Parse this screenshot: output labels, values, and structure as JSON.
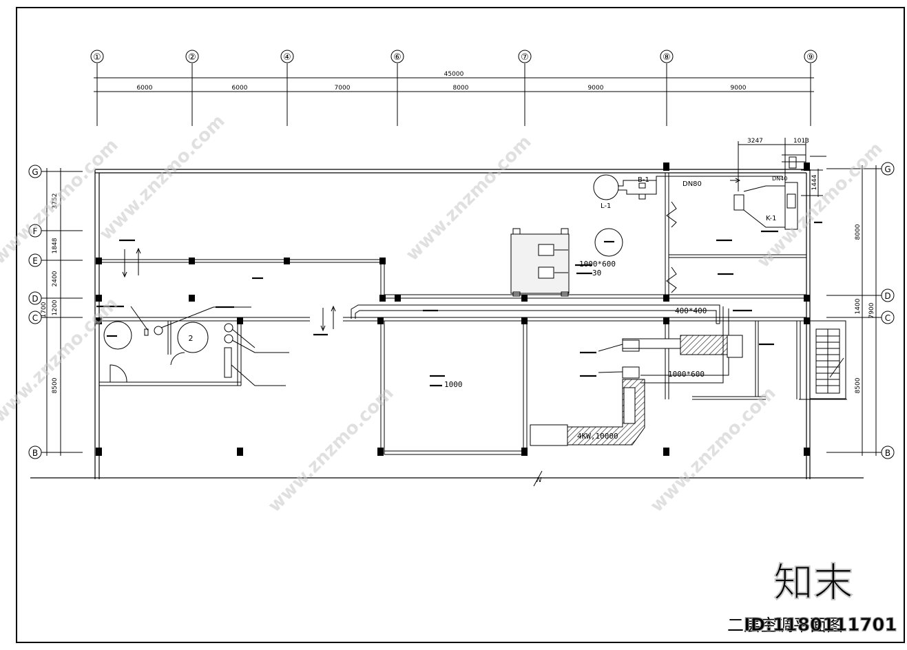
{
  "axes_top": [
    {
      "label": "①"
    },
    {
      "label": "②"
    },
    {
      "label": "④"
    },
    {
      "label": "⑥"
    },
    {
      "label": "⑦"
    },
    {
      "label": "⑧"
    },
    {
      "label": "⑨"
    }
  ],
  "overall_dim": "45000",
  "span_dims": [
    "6000",
    "6000",
    "7000",
    "8000",
    "9000",
    "9000"
  ],
  "axes_side": [
    "G",
    "F",
    "E",
    "D",
    "C",
    "B"
  ],
  "left_dims": [
    "3752",
    "1848",
    "2400",
    "1200",
    "1700",
    "8500"
  ],
  "right_dims": [
    "8000",
    "1400",
    "7900",
    "8500"
  ],
  "top_right_dims": [
    "3247",
    "1013",
    "1444"
  ],
  "pipe_dn80": "DN80",
  "equipment": {
    "l1": "L-1",
    "b1": "B-1",
    "k1": "K-1",
    "dn_small": "DN40"
  },
  "duct_labels": {
    "d1000x600_top": "1000*600",
    "d30": "30",
    "d400x400": "400*400",
    "d1000x600_bottom": "1000*600",
    "d1000_room": "1000",
    "fan": "4KW,10000"
  },
  "tower_label": "2",
  "north_mark": "N",
  "watermark_logo": "知末",
  "watermark_text": "www.znzmo.com",
  "drawing_title": "二层空调平面图",
  "drawing_id": "ID:1180111701"
}
